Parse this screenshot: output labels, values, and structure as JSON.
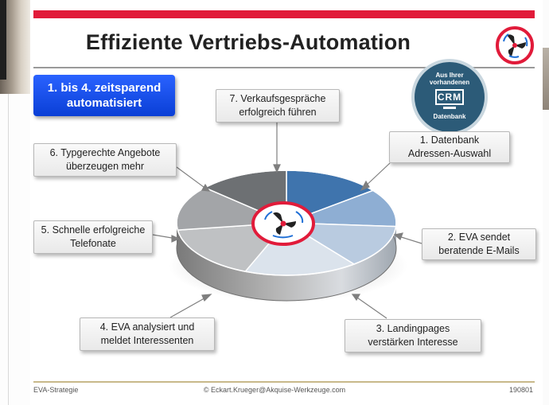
{
  "slide": {
    "title": "Effiziente Vertriebs-Automation",
    "callout": "1. bis 4. zeitsparend\nautomatisiert"
  },
  "crm_badge": {
    "top_text": "Aus Ihrer\nvorhandenen",
    "crm": "CRM",
    "bottom_text": "Datenbank"
  },
  "steps": [
    {
      "label": "1. Datenbank\nAdressen-Auswahl"
    },
    {
      "label": "2. EVA sendet\nberatende E-Mails"
    },
    {
      "label": "3. Landingpages\nverstärken Interesse"
    },
    {
      "label": "4. EVA analysiert und\nmeldet Interessenten"
    },
    {
      "label": "5. Schnelle erfolgreiche\nTelefonate"
    },
    {
      "label": "6. Typgerechte Angebote\nüberzeugen mehr"
    },
    {
      "label": "7. Verkaufsgespräche\nerfolgreich führen"
    }
  ],
  "colors": {
    "brand_red": "#e11b3a",
    "callout_blue": "#0a3fd6",
    "crm_blue": "#2c5b78",
    "accent_blue": "#1f6fd6"
  },
  "footer": {
    "left": "EVA-Strategie",
    "center": "© Eckart.Krueger@Akquise-Werkzeuge.com",
    "right": "190801"
  }
}
